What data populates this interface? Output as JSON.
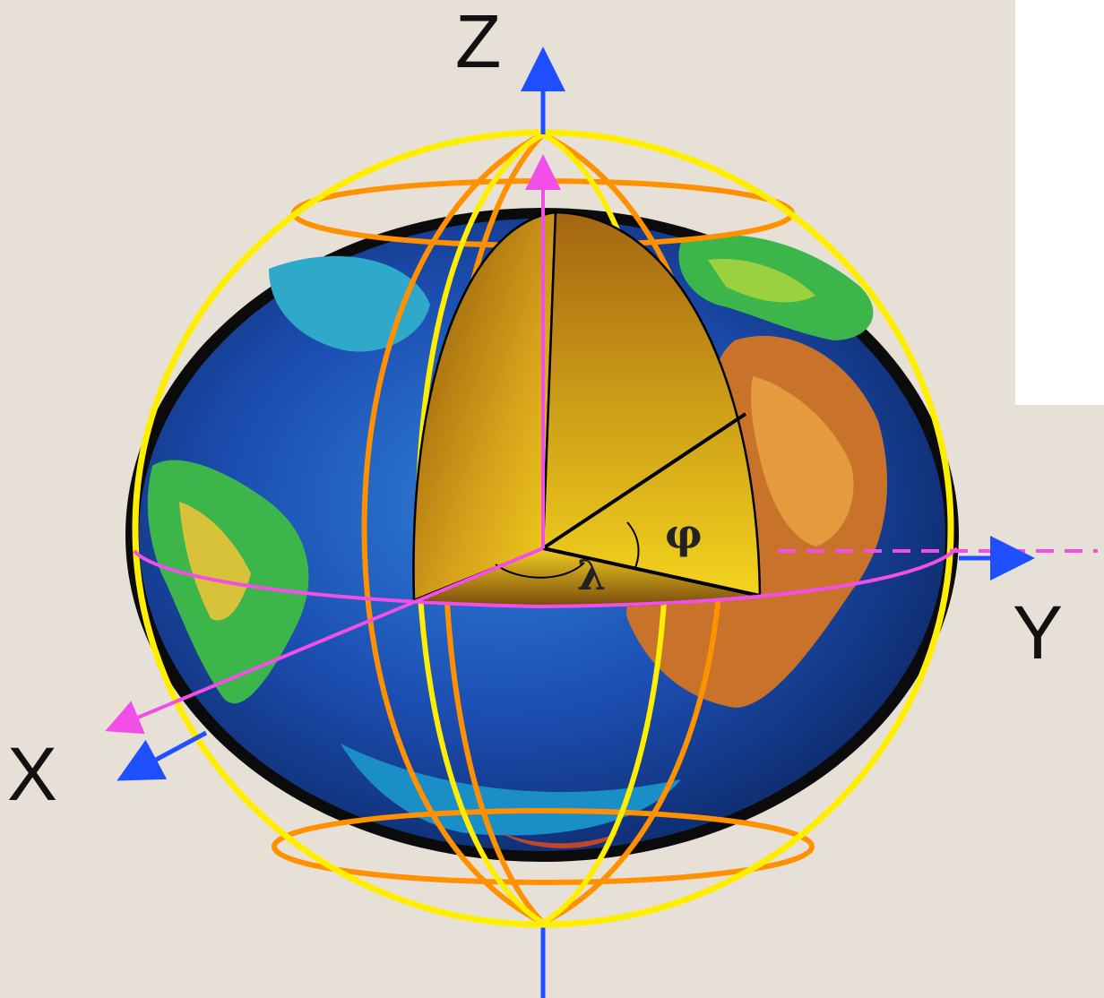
{
  "diagram": {
    "axes": {
      "z_label": "Z",
      "y_label": "Y",
      "x_label": "X"
    },
    "angles": {
      "latitude_symbol": "φ",
      "longitude_symbol": "λ"
    },
    "colors": {
      "background": "#e6e0d6",
      "axis_blue": "#1f4fff",
      "axis_magenta": "#f24ee8",
      "meridian_yellow": "#ffee00",
      "latitude_orange": "#ff9100",
      "cutaway_gold": "#d9a21a",
      "ocean_blue": "#1c4fb3",
      "land_green": "#3cb54a"
    },
    "icons": [
      "earth-globe-image",
      "reference-ellipsoid-grid",
      "cutaway-wedge"
    ]
  }
}
